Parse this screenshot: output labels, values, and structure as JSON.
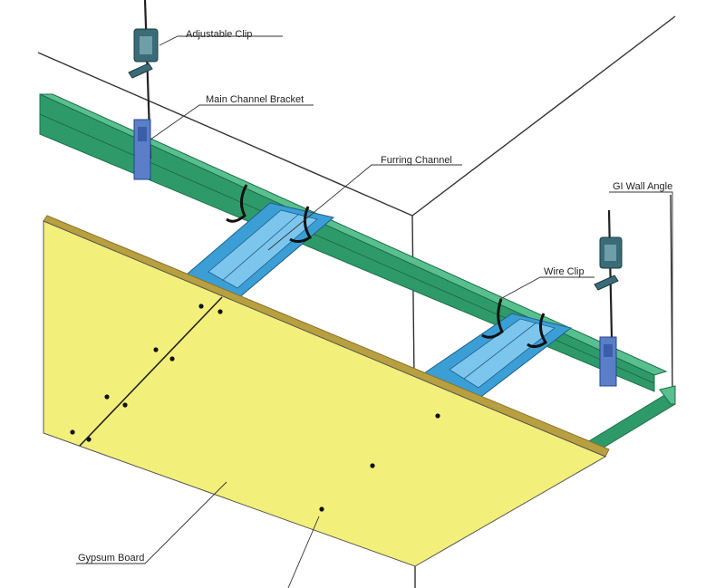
{
  "diagram": {
    "labels": {
      "adjustable_clip": "Adjustable Clip",
      "main_channel_bracket": "Main Channel Bracket",
      "furring_channel": "Furring Channel",
      "gi_wall_angle": "GI Wall Angle",
      "wire_clip": "Wire Clip",
      "gypsum_board": "Gypsum Board"
    },
    "colors": {
      "main_channel": "#2e9a6a",
      "main_channel_light": "#57c08e",
      "furring_channel": "#3b9fd6",
      "furring_channel_light": "#7cc6ee",
      "gypsum_board": "#f2f07a",
      "board_edge": "#b8a040",
      "hanger": "#3a6c78",
      "bracket": "#5a7fc8"
    }
  }
}
